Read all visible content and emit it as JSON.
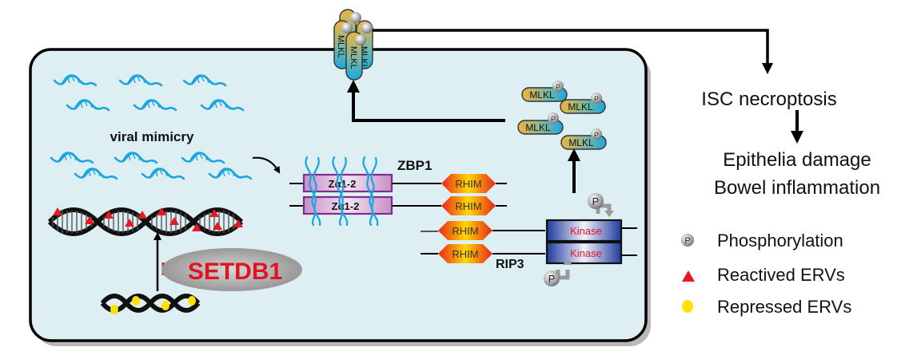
{
  "colors": {
    "cell_fill": "#ddeff2",
    "cell_border": "#000000",
    "dna_blue": "#1aa6e0",
    "setdb1_red": "#e0141e",
    "reactivated_marker": "#e31a24",
    "repressed_marker": "#ffe000",
    "kinase_text": "#e0141e",
    "kinase_blue": "#1f3b9a",
    "za_fill": "#d9a6d6",
    "za_border": "#7a2e8e",
    "mlkl_orange": "#f0b43a",
    "mlkl_blue": "#1aa6e0",
    "phospho_gray": "#9a9a9a"
  },
  "cell": {
    "viral_mimicry_label": "viral mimicry",
    "setdb1_label": "SETDB1",
    "zbp1_label": "ZBP1",
    "za_domains": [
      "Zα1-2",
      "Zα1-2"
    ],
    "rhim_label": "RHIM",
    "rip3_label": "RIP3",
    "kinase_label": "Kinase",
    "mlkl_label": "MLKL",
    "phospho_symbol": "P"
  },
  "outcomes": {
    "step1": "ISC necroptosis",
    "step2_line1": "Epithelia damage",
    "step2_line2": "Bowel inflammation"
  },
  "legend": {
    "items": [
      {
        "icon": "phospho-ball-icon",
        "label": "Phosphorylation"
      },
      {
        "icon": "red-triangle-icon",
        "label": "Reactived ERVs"
      },
      {
        "icon": "yellow-dot-icon",
        "label": "Repressed ERVs"
      }
    ]
  }
}
